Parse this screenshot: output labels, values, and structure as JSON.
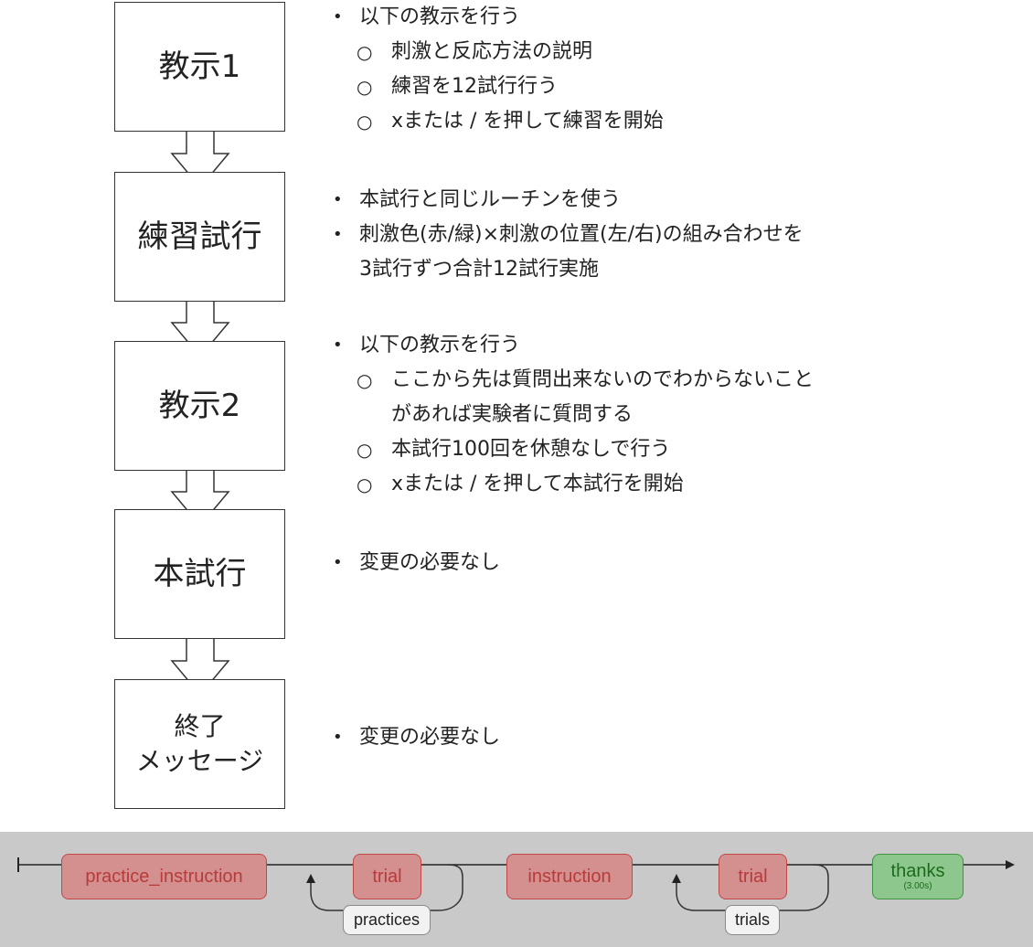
{
  "flow": {
    "stages": [
      {
        "id": "instruction1",
        "lines": [
          "教示1"
        ],
        "size": "large"
      },
      {
        "id": "practice",
        "lines": [
          "練習試行"
        ],
        "size": "large"
      },
      {
        "id": "instruction2",
        "lines": [
          "教示2"
        ],
        "size": "large"
      },
      {
        "id": "main-trials",
        "lines": [
          "本試行"
        ],
        "size": "large"
      },
      {
        "id": "end-message",
        "lines": [
          "終了",
          "メッセージ"
        ],
        "size": "small"
      }
    ],
    "notes": [
      [
        {
          "level": 1,
          "text": "以下の教示を行う"
        },
        {
          "level": 2,
          "text": "刺激と反応方法の説明"
        },
        {
          "level": 2,
          "text": "練習を12試行行う"
        },
        {
          "level": 2,
          "text": "xまたは / を押して練習を開始"
        }
      ],
      [
        {
          "level": 1,
          "text": "本試行と同じルーチンを使う"
        },
        {
          "level": 1,
          "text": "刺激色(赤/緑)×刺激の位置(左/右)の組み合わせを"
        },
        {
          "level": 1,
          "cont": true,
          "text": "3試行ずつ合計12試行実施"
        }
      ],
      [
        {
          "level": 1,
          "text": "以下の教示を行う"
        },
        {
          "level": 2,
          "text": "ここから先は質問出来ないのでわからないこと"
        },
        {
          "level": 2,
          "cont": true,
          "text": "があれば実験者に質問する"
        },
        {
          "level": 2,
          "text": "本試行100回を休憩なしで行う"
        },
        {
          "level": 2,
          "text": "xまたは / を押して本試行を開始"
        }
      ],
      [
        {
          "level": 1,
          "text": "変更の必要なし"
        }
      ],
      [
        {
          "level": 1,
          "text": "変更の必要なし"
        }
      ]
    ],
    "bullet_symbols": {
      "level1": "•",
      "level2": "○"
    }
  },
  "builder": {
    "routines": [
      {
        "name": "practice_instruction",
        "color": "red"
      },
      {
        "name": "trial",
        "color": "red"
      },
      {
        "name": "instruction",
        "color": "red"
      },
      {
        "name": "trial",
        "color": "red"
      },
      {
        "name": "thanks",
        "duration": "(3.00s)",
        "color": "green"
      }
    ],
    "loops": [
      {
        "name": "practices"
      },
      {
        "name": "trials"
      }
    ],
    "colors": {
      "panel": "#c9c9c9",
      "routine_red_fill": "#d48f8f",
      "routine_red_text": "#b83a3a",
      "routine_green_fill": "#8dc78d",
      "routine_green_text": "#1c6b1c"
    }
  }
}
